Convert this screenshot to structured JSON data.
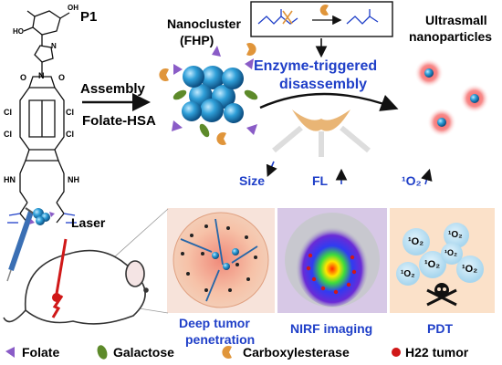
{
  "labels": {
    "p1": "P1",
    "nanocluster": "Nanocluster",
    "fhp": "(FHP)",
    "ultrasmall_line1": "Ultrasmall",
    "ultrasmall_line2": "nanoparticles",
    "enzyme_line1": "Enzyme-triggered",
    "enzyme_line2": "disassembly",
    "assembly": "Assembly",
    "folate_hsa": "Folate-HSA",
    "size": "Size",
    "fl": "FL",
    "singlet_oxygen": "¹O₂",
    "laser": "Laser",
    "deep_tumor_line1": "Deep tumor",
    "deep_tumor_line2": "penetration",
    "nirf": "NIRF imaging",
    "pdt": "PDT",
    "o2_label": "¹O₂"
  },
  "structure_atoms": {
    "cl": "Cl",
    "o": "O",
    "n": "N",
    "hn": "HN",
    "nh": "NH",
    "oh": "OH",
    "ho": "HO"
  },
  "legend": [
    {
      "icon": "folate-triangle-icon",
      "label": "Folate",
      "color": "#8a5cc7"
    },
    {
      "icon": "galactose-leaf-icon",
      "label": "Galactose",
      "color": "#5d8a2a"
    },
    {
      "icon": "carboxylesterase-pacman-icon",
      "label": "Carboxylesterase",
      "color": "#e0953a"
    },
    {
      "icon": "h22-tumor-dot-icon",
      "label": "H22 tumor",
      "color": "#d01818"
    }
  ],
  "colors": {
    "label_blue": "#1f3fc8",
    "cluster_blue": "#2a9fd6",
    "tumor_panel": "#f7d6c9",
    "nirf_panel": "#d7c8e6",
    "pdt_panel": "#fbe1c9",
    "glow_red": "#e62020"
  }
}
